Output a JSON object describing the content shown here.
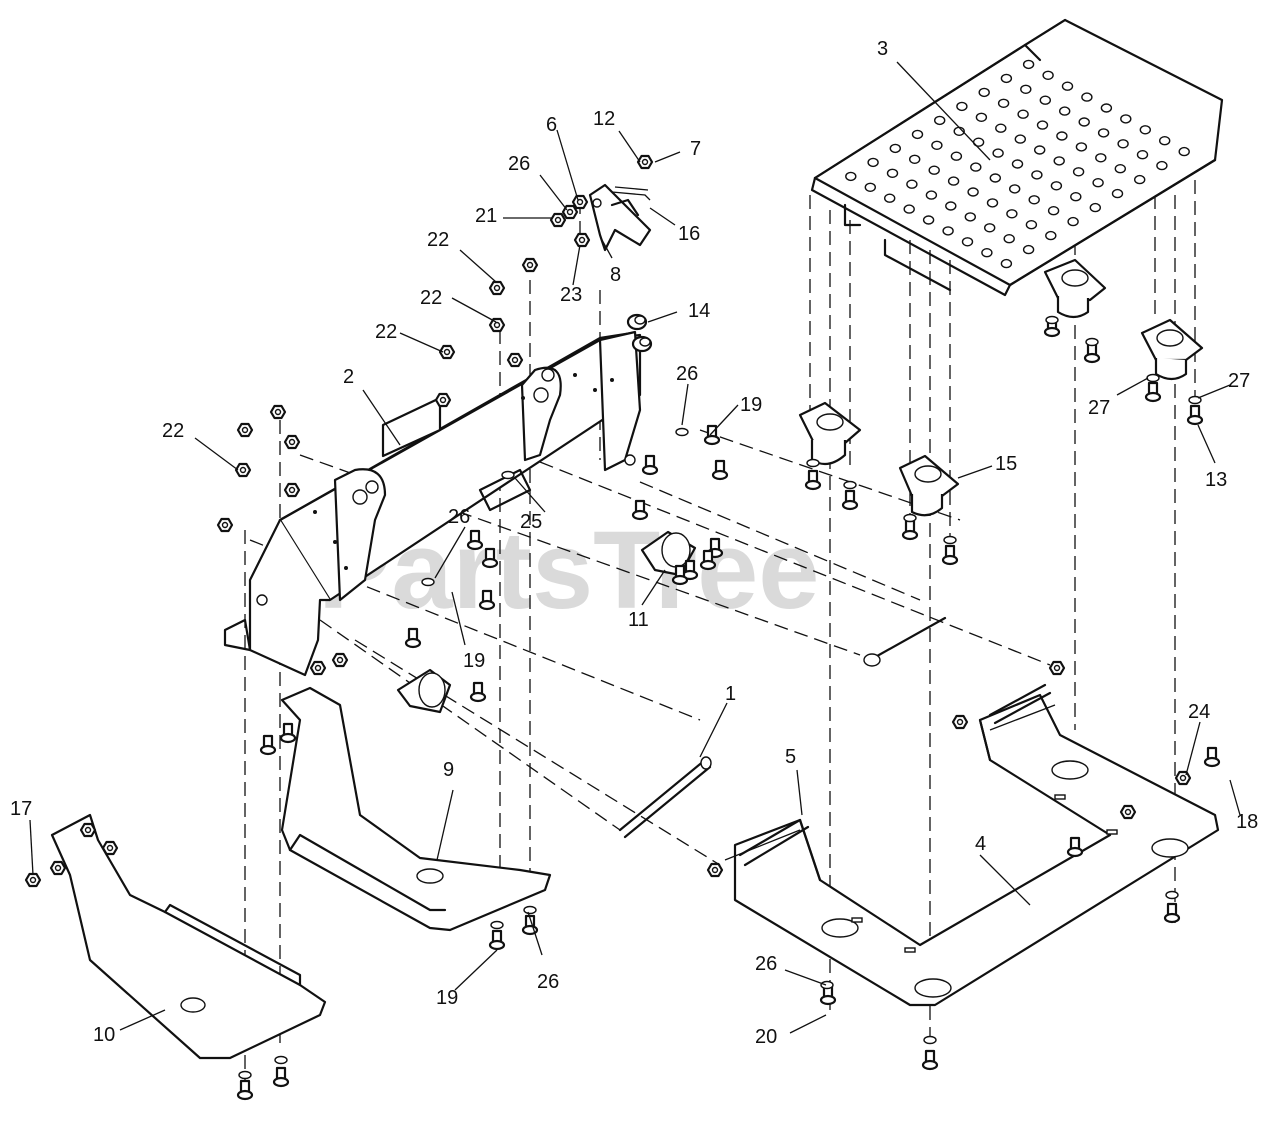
{
  "watermark": "PartsTree",
  "callouts": [
    {
      "id": "c1",
      "text": "1"
    },
    {
      "id": "c2",
      "text": "2"
    },
    {
      "id": "c3",
      "text": "3"
    },
    {
      "id": "c4",
      "text": "4"
    },
    {
      "id": "c5",
      "text": "5"
    },
    {
      "id": "c6",
      "text": "6"
    },
    {
      "id": "c7",
      "text": "7"
    },
    {
      "id": "c8",
      "text": "8"
    },
    {
      "id": "c9",
      "text": "9"
    },
    {
      "id": "c10",
      "text": "10"
    },
    {
      "id": "c11",
      "text": "11"
    },
    {
      "id": "c12",
      "text": "12"
    },
    {
      "id": "c13",
      "text": "13"
    },
    {
      "id": "c14",
      "text": "14"
    },
    {
      "id": "c15",
      "text": "15"
    },
    {
      "id": "c16",
      "text": "16"
    },
    {
      "id": "c17",
      "text": "17"
    },
    {
      "id": "c18",
      "text": "18"
    },
    {
      "id": "c19a",
      "text": "19"
    },
    {
      "id": "c19b",
      "text": "19"
    },
    {
      "id": "c19c",
      "text": "19"
    },
    {
      "id": "c20",
      "text": "20"
    },
    {
      "id": "c21",
      "text": "21"
    },
    {
      "id": "c22a",
      "text": "22"
    },
    {
      "id": "c22b",
      "text": "22"
    },
    {
      "id": "c22c",
      "text": "22"
    },
    {
      "id": "c22d",
      "text": "22"
    },
    {
      "id": "c23",
      "text": "23"
    },
    {
      "id": "c24",
      "text": "24"
    },
    {
      "id": "c25",
      "text": "25"
    },
    {
      "id": "c26a",
      "text": "26"
    },
    {
      "id": "c26b",
      "text": "26"
    },
    {
      "id": "c26c",
      "text": "26"
    },
    {
      "id": "c26d",
      "text": "26"
    },
    {
      "id": "c26e",
      "text": "26"
    },
    {
      "id": "c27a",
      "text": "27"
    },
    {
      "id": "c27b",
      "text": "27"
    }
  ]
}
